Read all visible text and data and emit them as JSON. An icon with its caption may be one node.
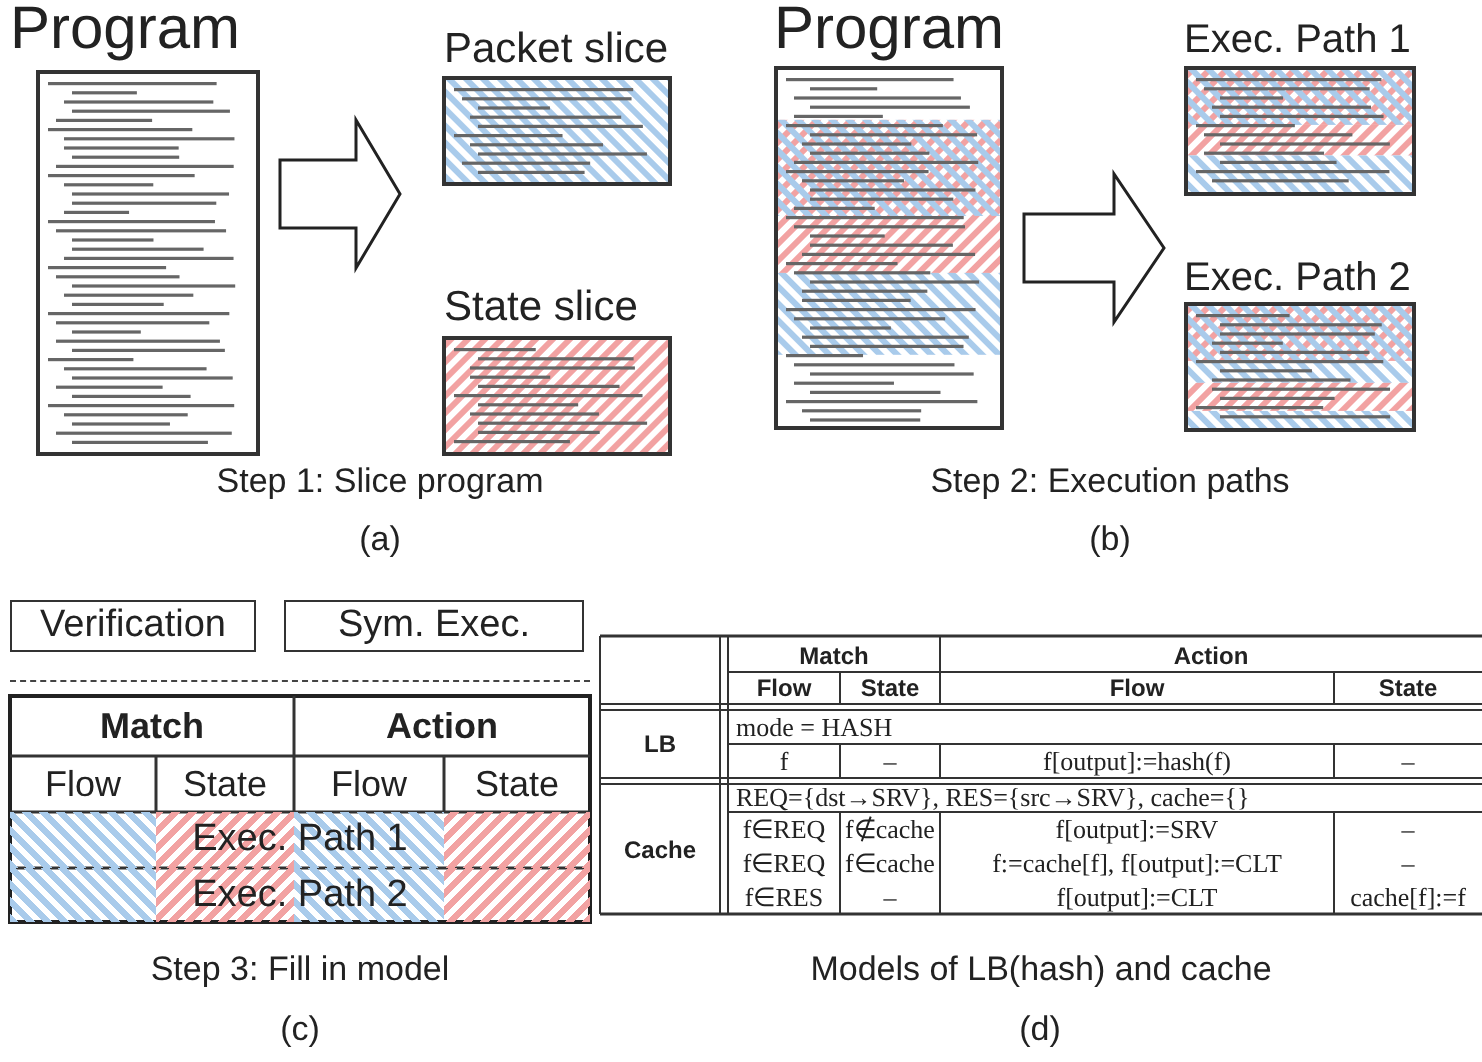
{
  "diagram": {
    "nodes": [
      {
        "text": [
          "Program"
        ]
      },
      {
        "text": [
          "Packet slice"
        ]
      },
      {
        "text": [
          "State slice"
        ]
      },
      {
        "text": [
          "Program"
        ]
      },
      {
        "text": [
          "Exec. Path 1"
        ]
      },
      {
        "text": [
          "Exec. Path 2"
        ]
      },
      {
        "text": [
          "Verification"
        ]
      },
      {
        "text": [
          "Sym. Exec."
        ]
      }
    ],
    "edges": [
      {
        "from": 0,
        "to": null,
        "arrow": "to",
        "style": "thick"
      },
      {
        "from": 3,
        "to": null,
        "arrow": "to",
        "style": "thick"
      }
    ],
    "labels": [
      "Step 1: Slice program",
      "Step 2: Execution paths",
      "(a)",
      "(b)",
      "Match",
      "Action",
      "Flow",
      "State",
      "Flow",
      "State",
      "Exec. Path 1",
      "Exec. Path 2",
      "Match",
      "Action",
      "Flow",
      "State",
      "Flow",
      "State",
      "LB",
      "mode = HASH",
      "f",
      "–",
      "f[output]:=hash(f)",
      "–",
      "Cache",
      "REQ={dst→SRV}, RES={src→SRV}, cache={}",
      "f∈REQ",
      "f∉cache",
      "f[output]:=SRV",
      "–",
      "f∈REQ",
      "f∈cache",
      "f:=cache[f], f[output]:=CLT",
      "–",
      "f∈RES",
      "–",
      "f[output]:=CLT",
      "cache[f]:=f",
      "Step 3: Fill in model",
      "Models of LB(hash) and cache",
      "(c)",
      "(d)"
    ]
  }
}
